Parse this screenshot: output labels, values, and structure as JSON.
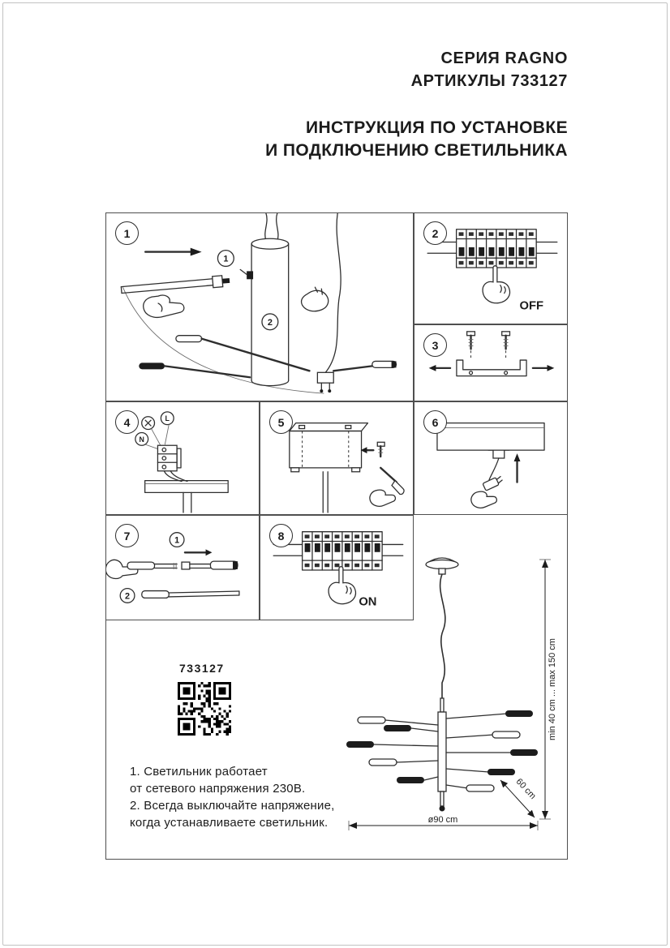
{
  "header": {
    "series": "СЕРИЯ RAGNO",
    "articles": "АРТИКУЛЫ 733127",
    "instruction_line1": "ИНСТРУКЦИЯ ПО УСТАНОВКЕ",
    "instruction_line2": "И ПОДКЛЮЧЕНИЮ СВЕТИЛЬНИКА"
  },
  "panels": {
    "p1": {
      "step": "1",
      "inset1": "1",
      "inset2": "2"
    },
    "p2": {
      "step": "2",
      "switch_label": "OFF"
    },
    "p3": {
      "step": "3"
    },
    "p4": {
      "step": "4",
      "terminal_l": "L",
      "terminal_n": "N"
    },
    "p5": {
      "step": "5"
    },
    "p6": {
      "step": "6"
    },
    "p7": {
      "step": "7",
      "inset1": "1",
      "inset2": "2"
    },
    "p8": {
      "step": "8",
      "switch_label": "ON"
    }
  },
  "product": {
    "article": "733127",
    "dim_height": "min 40 cm ... max 150 cm",
    "dim_rod": "60 cm",
    "dim_diameter": "ø90 cm"
  },
  "notes": {
    "line1": "1. Светильник работает",
    "line2": "от сетевого напряжения 230В.",
    "line3": "2. Всегда выключайте напряжение,",
    "line4": "когда устанавливаете светильник."
  },
  "colors": {
    "ink": "#1c1c1c",
    "line": "#2e2e2e",
    "panel_border": "#4f4f4f",
    "page_border": "#c2c2c2"
  }
}
